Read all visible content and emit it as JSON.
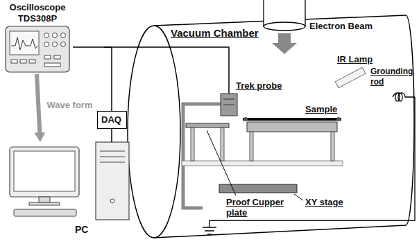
{
  "diagram": {
    "nodes": [
      {
        "text": [
          "Oscilloscope TDS308P"
        ]
      },
      {
        "text": [
          "Electron Beam"
        ]
      },
      {
        "text": [
          "DAQ"
        ]
      },
      {
        "text": [
          "PC"
        ]
      }
    ],
    "edges": [
      {
        "from": 0,
        "to": 3,
        "arrow": "to",
        "label": "Wave form"
      },
      {
        "from": 0,
        "to": 2,
        "arrow": "none"
      },
      {
        "from": 2,
        "to": 3,
        "arrow": "none"
      }
    ],
    "labels": [
      "Vacuum Chamber",
      "IR Lamp",
      "Grounding rod",
      "Trek probe",
      "Sample",
      "Proof Cupper plate",
      "XY stage"
    ]
  }
}
